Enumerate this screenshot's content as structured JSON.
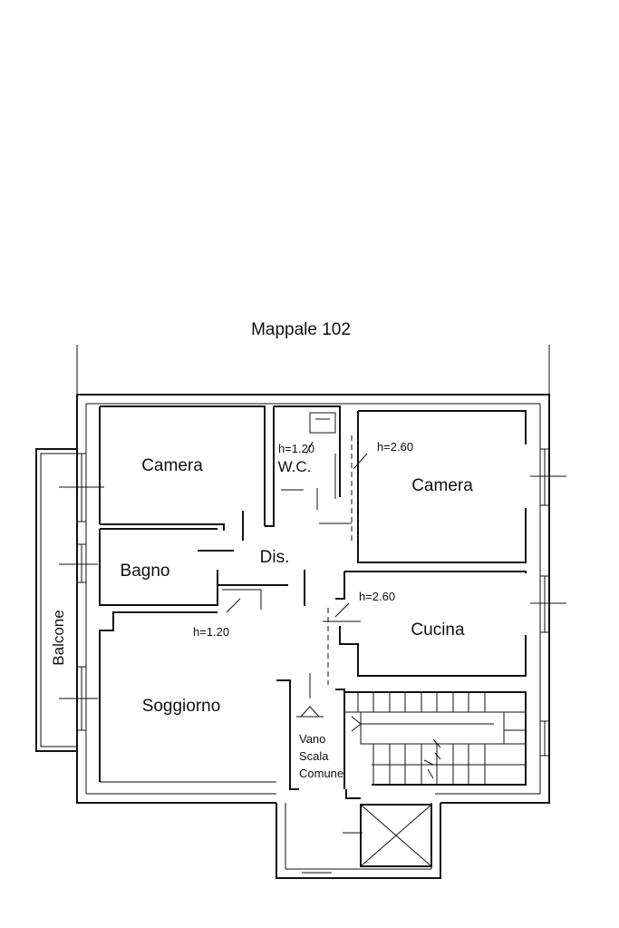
{
  "plot_label": "Mappale 102",
  "rooms": {
    "camera_left": "Camera",
    "camera_right": "Camera",
    "bagno": "Bagno",
    "wc": "W.C.",
    "dis": "Dis.",
    "cucina": "Cucina",
    "soggiorno": "Soggiorno",
    "balcone": "Balcone"
  },
  "heights": {
    "wc": "h=1.20",
    "bagno": "h=1.20",
    "camera_right": "h=2.60",
    "cucina": "h=2.60"
  },
  "stair": {
    "line1": "Vano",
    "line2": "Scala",
    "line3": "Comune"
  }
}
